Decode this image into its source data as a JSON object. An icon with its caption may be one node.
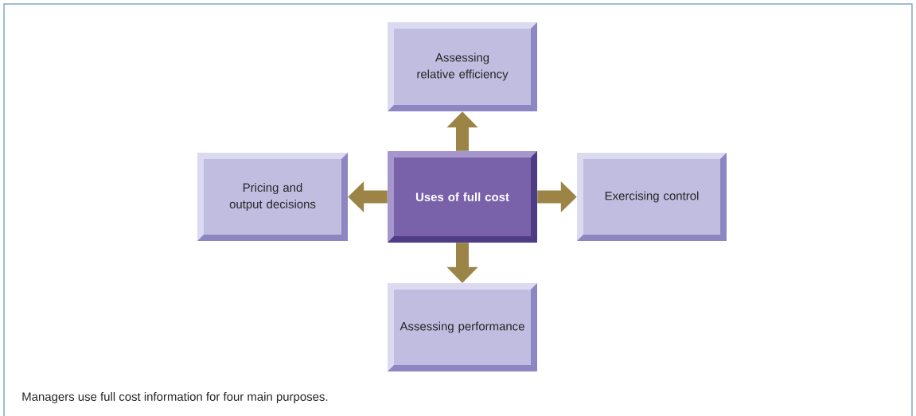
{
  "diagram": {
    "caption": "Managers use full cost information for four main purposes.",
    "nodes": [
      {
        "text": [
          "Assessing relative efficiency"
        ]
      },
      {
        "text": [
          "Pricing and output decisions"
        ]
      },
      {
        "text": [
          "Uses of full cost"
        ]
      },
      {
        "text": [
          "Exercising control"
        ]
      },
      {
        "text": [
          "Assessing performance"
        ]
      }
    ],
    "edges": [
      {
        "from": 2,
        "to": 0,
        "arrow": "to"
      },
      {
        "from": 2,
        "to": 1,
        "arrow": "to"
      },
      {
        "from": 2,
        "to": 3,
        "arrow": "to"
      },
      {
        "from": 2,
        "to": 4,
        "arrow": "to"
      }
    ]
  }
}
